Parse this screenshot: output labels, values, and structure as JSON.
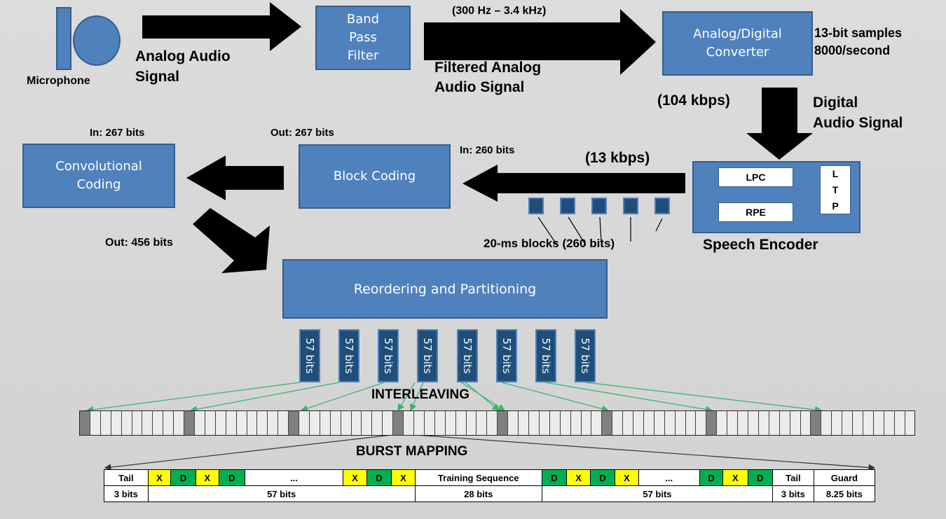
{
  "top": {
    "microphone": "Microphone",
    "analog_signal": "Analog Audio\nSignal",
    "band_pass_filter": "Band\nPass\nFilter",
    "freq_range": "(300 Hz – 3.4 kHz)",
    "filtered_signal": "Filtered Analog\nAudio Signal",
    "adc": "Analog/Digital\nConverter",
    "samples": "13-bit samples\n8000/second",
    "rate_104": "(104 kbps)",
    "digital_signal": "Digital\nAudio Signal"
  },
  "encoder": {
    "lpc": "LPC",
    "rpe": "RPE",
    "ltp": [
      "L",
      "T",
      "P"
    ],
    "caption": "Speech Encoder",
    "rate_13": "(13 kbps)",
    "blocks_label": "20-ms blocks (260 bits)"
  },
  "coding": {
    "block_coding": "Block Coding",
    "block_in": "In: 260 bits",
    "block_out": "Out: 267 bits",
    "conv_coding": "Convolutional\nCoding",
    "conv_in": "In: 267 bits",
    "conv_out": "Out: 456 bits"
  },
  "reorder": {
    "title": "Reordering and Partitioning",
    "partitions": [
      "57 bits",
      "57 bits",
      "57 bits",
      "57 bits",
      "57 bits",
      "57 bits",
      "57 bits",
      "57 bits"
    ]
  },
  "interleaving_title": "INTERLEAVING",
  "burst_title": "BURST MAPPING",
  "burst": {
    "row1": [
      "Tail",
      "X",
      "D",
      "X",
      "D",
      "...",
      "X",
      "D",
      "X",
      "Training Sequence",
      "D",
      "X",
      "D",
      "X",
      "...",
      "D",
      "X",
      "D",
      "Tail",
      "Guard"
    ],
    "row2": [
      "3 bits",
      "57 bits",
      "28 bits",
      "57 bits",
      "3 bits",
      "8.25 bits"
    ]
  },
  "colors": {
    "box_fill": "#4f81bd",
    "box_border": "#385d8a",
    "partition_fill": "#1f4e79",
    "x_cell": "#ffff00",
    "d_cell": "#00b050",
    "interleave_arrows": "#3cb371"
  }
}
